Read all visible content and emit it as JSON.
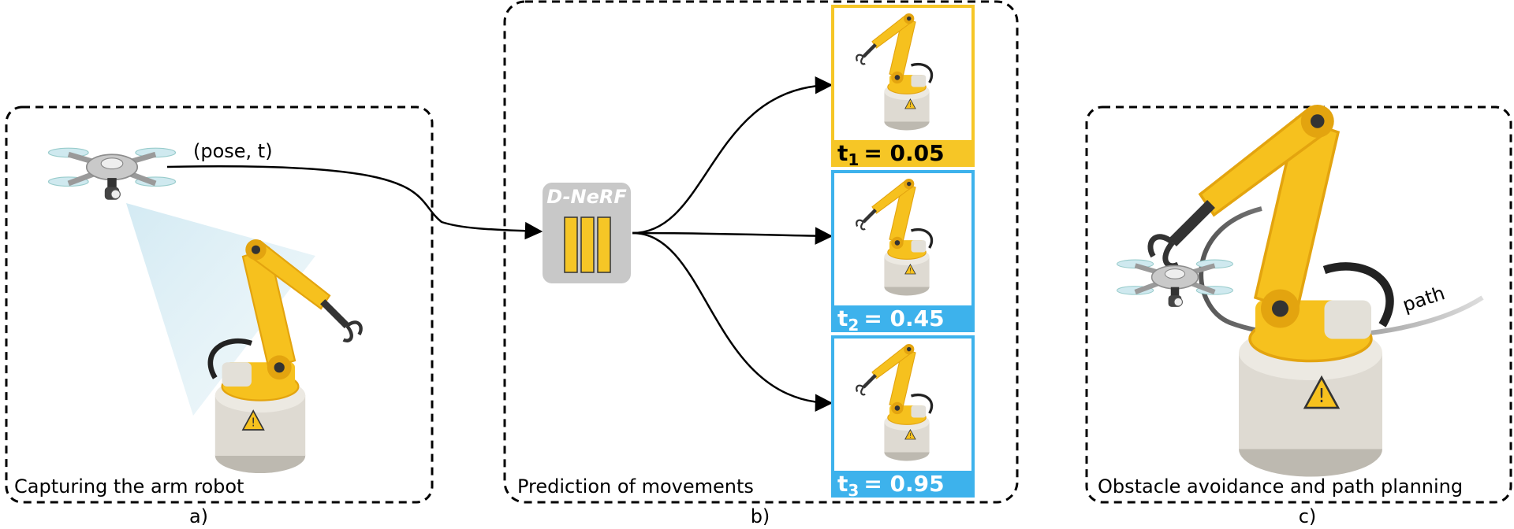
{
  "panels": {
    "a": {
      "caption": "Capturing the arm robot",
      "sublabel": "a)",
      "edge_label": "(pose, t)"
    },
    "b": {
      "caption": "Prediction of movements",
      "sublabel": "b)",
      "model_name": "D-NeRF",
      "frames": [
        {
          "var": "t",
          "sub": "1",
          "value": "= 0.05",
          "color": "#F6C626",
          "text_color": "#000000"
        },
        {
          "var": "t",
          "sub": "2",
          "value": "= 0.45",
          "color": "#3DB2EC",
          "text_color": "#ffffff"
        },
        {
          "var": "t",
          "sub": "3",
          "value": "= 0.95",
          "color": "#3DB2EC",
          "text_color": "#ffffff"
        }
      ]
    },
    "c": {
      "caption": "Obstacle avoidance and path planning",
      "sublabel": "c)",
      "path_label": "path"
    }
  },
  "colors": {
    "robot_yellow": "#F6C11E",
    "robot_dark": "#E3A40F",
    "base_grey": "#D9D6CE",
    "model_grey": "#C8C8C8",
    "frame_blue": "#3DB2EC",
    "frame_yellow": "#F6C626"
  },
  "icons": [
    "drone-icon",
    "robot-arm-icon",
    "warning-icon",
    "neural-network-icon"
  ]
}
